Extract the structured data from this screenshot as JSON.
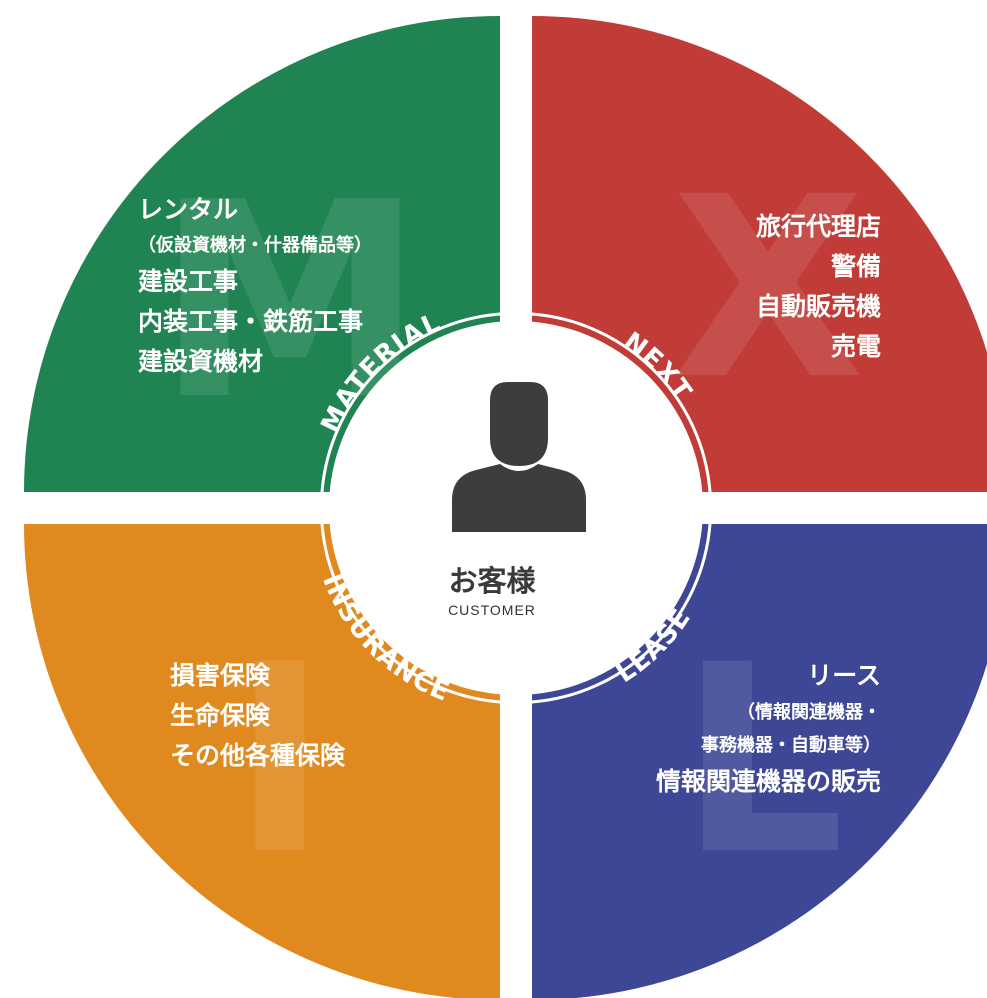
{
  "colors": {
    "material": "#1f8452",
    "next": "#c13b37",
    "insurance": "#e0891f",
    "lease": "#3e4796",
    "person": "#3d3d3d"
  },
  "segments": {
    "material": {
      "ring_label": "MATERIAL",
      "watermark": "M",
      "lines": [
        "レンタル",
        "（仮設資機材・什器備品等）",
        "建設工事",
        "内装工事・鉄筋工事",
        "建設資機材"
      ]
    },
    "next": {
      "ring_label": "NEXT",
      "watermark": "X",
      "lines": [
        "旅行代理店",
        "警備",
        "自動販売機",
        "売電"
      ]
    },
    "insurance": {
      "ring_label": "INSURANCE",
      "watermark": "I",
      "lines": [
        "損害保険",
        "生命保険",
        "その他各種保険"
      ]
    },
    "lease": {
      "ring_label": "LEASE",
      "watermark": "L",
      "lines": [
        "リース",
        "（情報関連機器・",
        "事務機器・自動車等）",
        "情報関連機器の販売"
      ]
    }
  },
  "center": {
    "icon": "person-icon",
    "label": "お客様",
    "sublabel": "CUSTOMER"
  }
}
